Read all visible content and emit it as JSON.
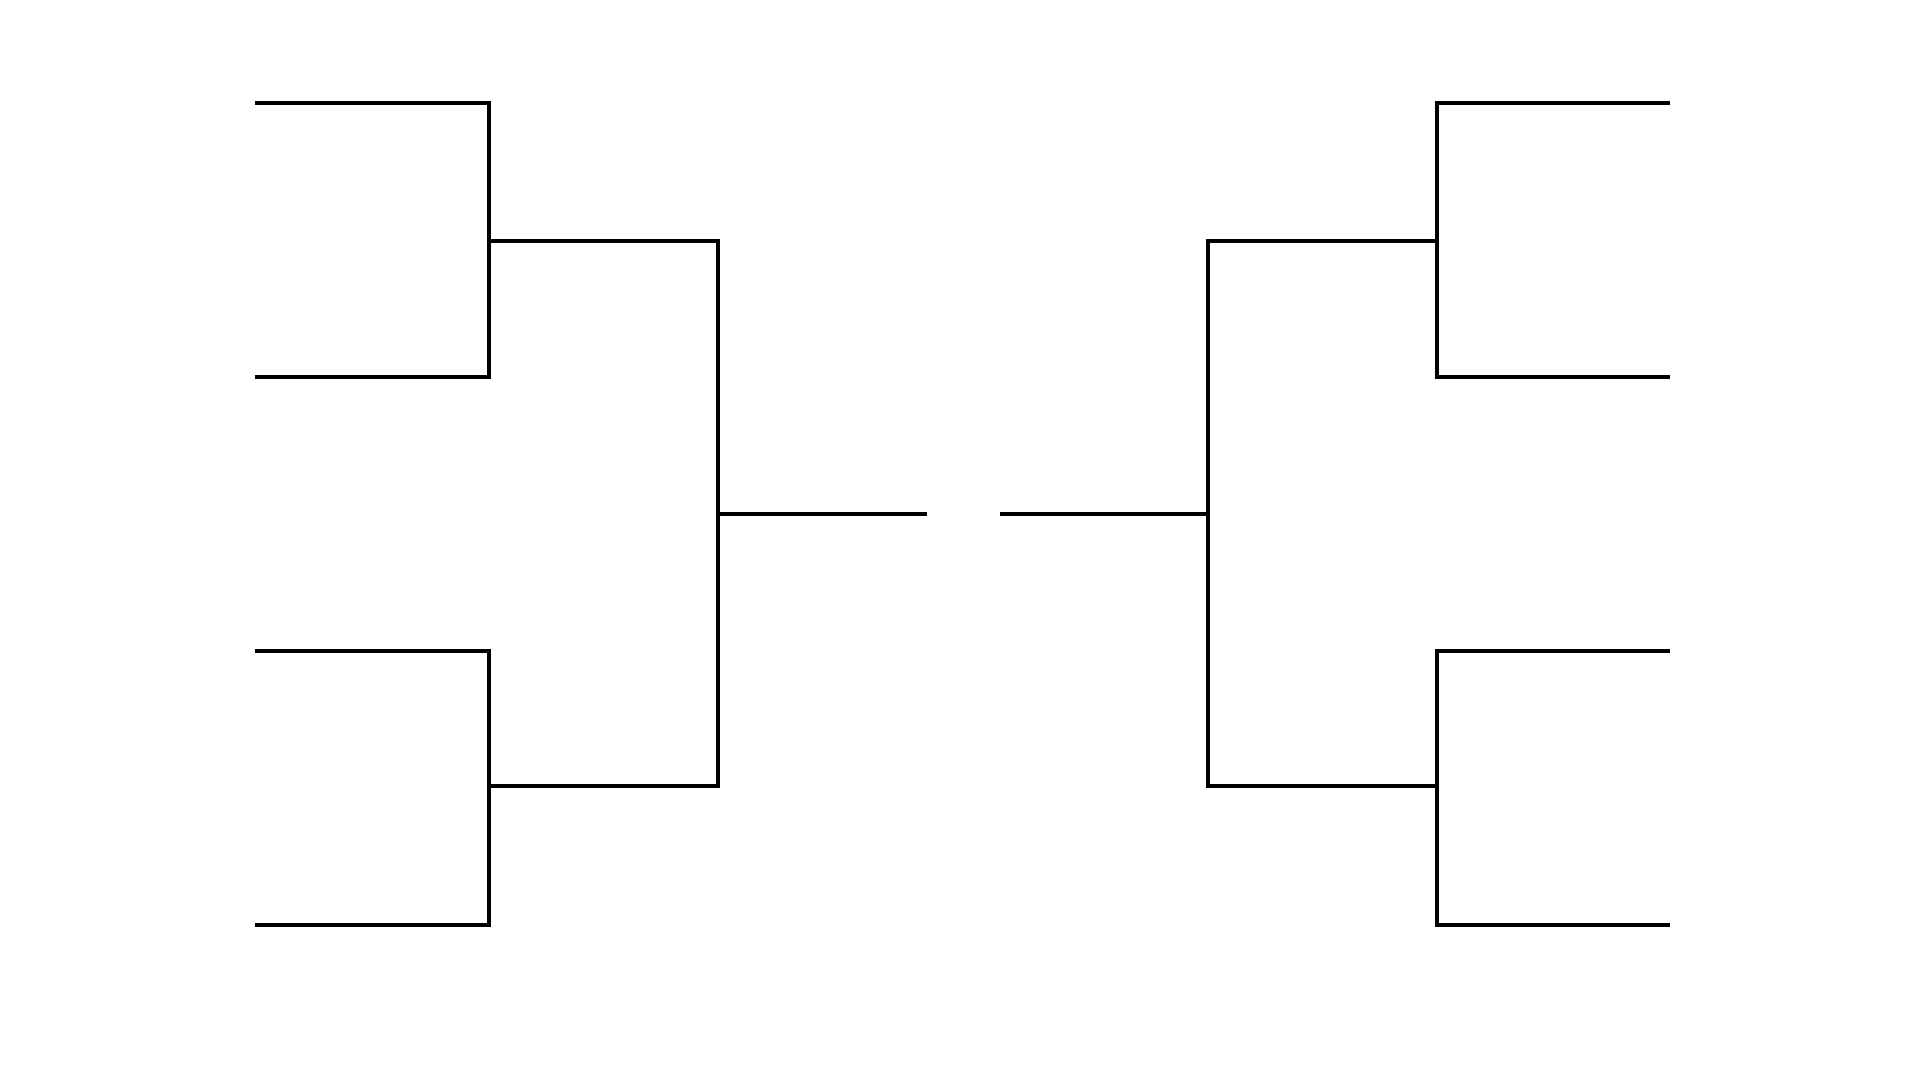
{
  "diagram": {
    "type": "single-elimination-bracket",
    "background_color": "#ffffff",
    "line_color": "#000000",
    "sides": [
      {
        "name": "left",
        "first_round_slots": 4,
        "semifinal_slots": 2,
        "connects_to": "center"
      },
      {
        "name": "right",
        "first_round_slots": 4,
        "semifinal_slots": 2,
        "connects_to": "center"
      }
    ],
    "labels": []
  }
}
